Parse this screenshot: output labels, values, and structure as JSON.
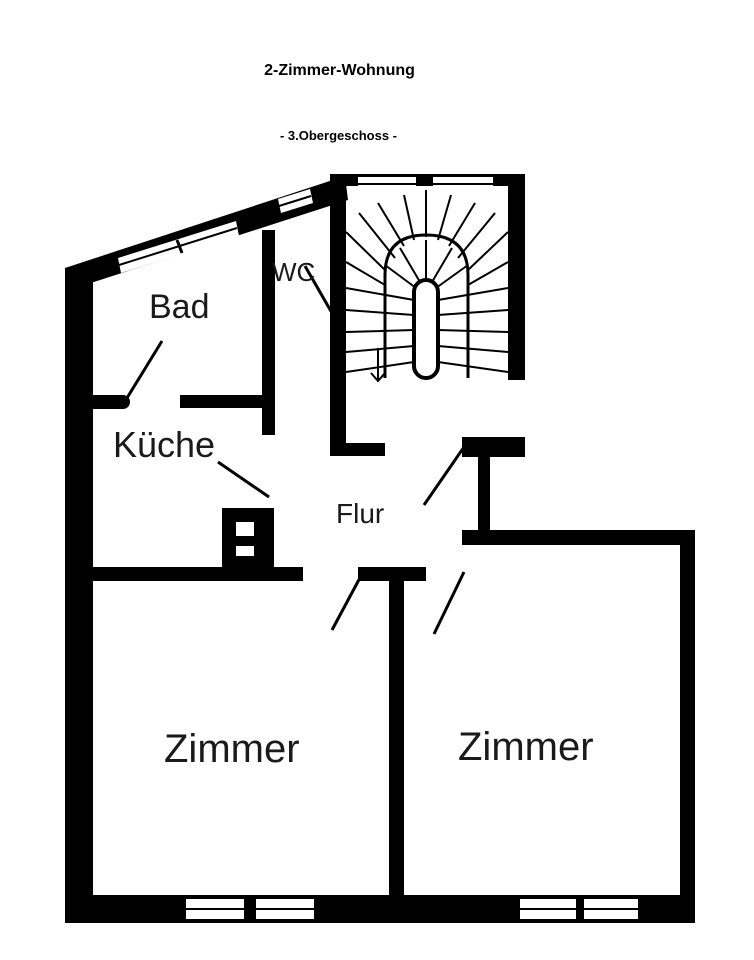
{
  "plan": {
    "title": "2-Zimmer-Wohnung",
    "floor": "- 3.Obergeschoss -",
    "rooms": {
      "bad": "Bad",
      "wc": "WC",
      "kueche": "Küche",
      "flur": "Flur",
      "zimmer_left": "Zimmer",
      "zimmer_right": "Zimmer"
    }
  },
  "colors": {
    "wall": "#000000",
    "background": "#ffffff"
  }
}
